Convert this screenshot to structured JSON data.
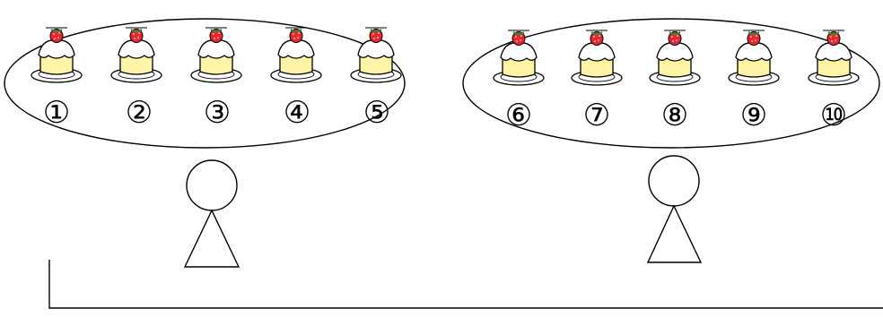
{
  "groups": [
    {
      "cakes": [
        {
          "label": "①"
        },
        {
          "label": "②"
        },
        {
          "label": "③"
        },
        {
          "label": "④"
        },
        {
          "label": "⑤"
        }
      ]
    },
    {
      "cakes": [
        {
          "label": "⑥"
        },
        {
          "label": "⑦"
        },
        {
          "label": "⑧"
        },
        {
          "label": "⑨"
        },
        {
          "label": "⑩"
        }
      ]
    }
  ],
  "people": [
    {
      "icon": "person-icon"
    },
    {
      "icon": "person-icon"
    }
  ],
  "colors": {
    "line": "#000000",
    "cake_body": "#fff3a6",
    "cream": "#ffffff",
    "strawberry": "#e8282e",
    "plate": "#ffffff"
  }
}
